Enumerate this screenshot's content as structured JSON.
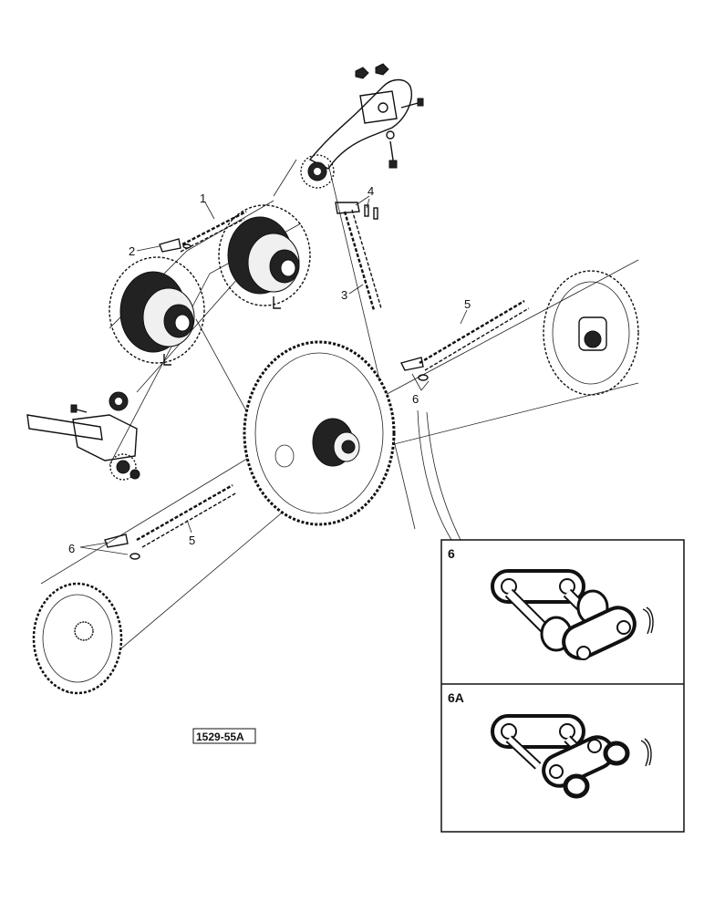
{
  "callouts": {
    "c1": "1",
    "c2": "2",
    "c3": "3",
    "c4": "4",
    "c5a": "5",
    "c5b": "5",
    "c6a": "6",
    "c6b": "6"
  },
  "panels": {
    "detail_6": "6",
    "detail_6a": "6A"
  },
  "reference_number": "1529-55A"
}
